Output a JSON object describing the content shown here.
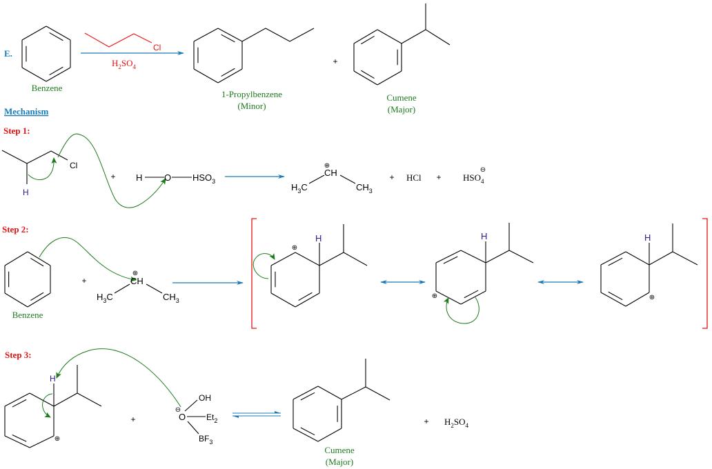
{
  "title": {
    "label": "E.",
    "mechanism": "Mechanism"
  },
  "reaction": {
    "reactant": "Benzene",
    "reagent_cl": "Cl",
    "catalyst": [
      "H",
      "2",
      "SO",
      "4"
    ],
    "plus": "+",
    "product_minor": {
      "name": "1-Propylbenzene",
      "note": "(Minor)"
    },
    "product_major": {
      "name": "Cumene",
      "note": "(Major)"
    }
  },
  "step1": {
    "label": "Step 1:",
    "cl": "Cl",
    "h": "H",
    "plus1": "+",
    "acid": {
      "h": "H",
      "o": "O",
      "hso3": [
        "HSO",
        "3"
      ]
    },
    "carbocation": {
      "left": [
        "H",
        "3",
        "C"
      ],
      "center": "CH",
      "right": [
        "CH",
        "3"
      ],
      "charge": "⊕"
    },
    "plus2": "+",
    "hcl": "HCl",
    "plus3": "+",
    "hso4": [
      "HSO",
      "4"
    ],
    "hso4_charge": "⊖"
  },
  "step2": {
    "label": "Step 2:",
    "benzene": "Benzene",
    "plus": "+",
    "carbocation": {
      "left": [
        "H",
        "3",
        "C"
      ],
      "center": "CH",
      "right": [
        "CH",
        "3"
      ],
      "charge": "⊕"
    },
    "resonance": [
      {
        "h": "H",
        "charge": "⊕"
      },
      {
        "h": "H",
        "charge": "⊕"
      },
      {
        "h": "H",
        "charge": "⊕"
      }
    ]
  },
  "step3": {
    "label": "Step 3:",
    "h": "H",
    "charge": "⊕",
    "plus1": "+",
    "base": {
      "charge": "⊖",
      "o": "O",
      "oh": "OH",
      "et2": [
        "Et",
        "2"
      ],
      "bf3": [
        "BF",
        "3"
      ]
    },
    "product": {
      "name": "Cumene",
      "note": "(Major)"
    },
    "plus2": "+",
    "h2so4": [
      "H",
      "2",
      "SO",
      "4"
    ]
  },
  "colors": {
    "arrow": "#1a7ab8",
    "label": "#1d7a1d",
    "step": "#e81010",
    "reagent": "#e81010"
  }
}
